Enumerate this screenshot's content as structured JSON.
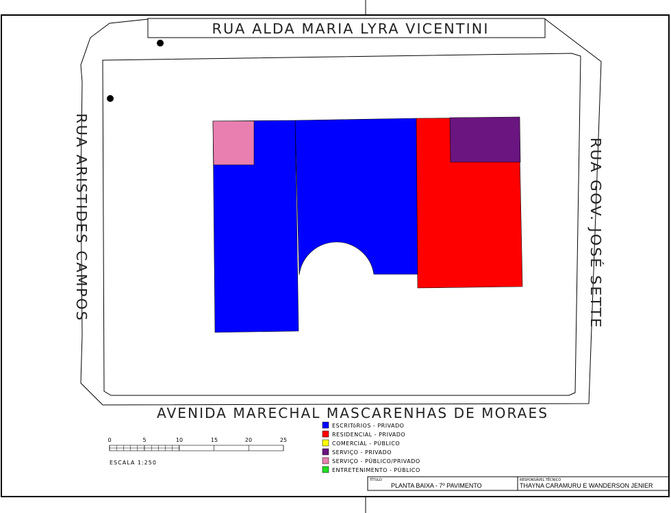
{
  "streets": {
    "north": "RUA ALDA MARIA LYRA VICENTINI",
    "west": "RUA ARISTIDES CAMPOS",
    "east": "RUA GOV. JOSÉ SETTE",
    "south": "AVENIDA MARECHAL MASCARENHAS DE MORAES"
  },
  "zones": [
    {
      "id": "escritorios-left",
      "use": "ESCRITóRIOS - PRIVADO",
      "color": "#0000ff"
    },
    {
      "id": "escritorios-center",
      "use": "ESCRITóRIOS - PRIVADO",
      "color": "#0000ff"
    },
    {
      "id": "residencial",
      "use": "RESIDENCIAL - PRIVADO",
      "color": "#ff0000"
    },
    {
      "id": "servico-privado",
      "use": "SERVIÇO - PRIVADO",
      "color": "#6a1580"
    },
    {
      "id": "servico-publico-privado",
      "use": "SERVIÇO - PÚBLICO/PRIVADO",
      "color": "#e87fb0"
    }
  ],
  "legend": [
    {
      "label": "ESCRITóRIOS - PRIVADO",
      "color": "#0000ff"
    },
    {
      "label": "RESIDENCIAL - PRIVADO",
      "color": "#ff0000"
    },
    {
      "label": "COMERCIAL - PÚBLICO",
      "color": "#ffff00"
    },
    {
      "label": "SERVIÇO - PRIVADO",
      "color": "#6a1580"
    },
    {
      "label": "SERVIÇO - PÚBLICO/PRIVADO",
      "color": "#e87fb0"
    },
    {
      "label": "ENTRETENIMENTO - PÚBLICO",
      "color": "#22dd22"
    }
  ],
  "scale_bar": {
    "ticks": [
      "0",
      "5",
      "10",
      "15",
      "20",
      "25"
    ],
    "label": "ESCALA 1:250"
  },
  "title_block": {
    "titulo_label": "TÍTULO",
    "titulo_value": "PLANTA BAIXA - 7º PAVIMENTO",
    "responsavel_label": "RESPONSÁVEL TÉCNICO",
    "responsavel_value": "THAYNA CARAMURU E WANDERSON JENIER"
  }
}
